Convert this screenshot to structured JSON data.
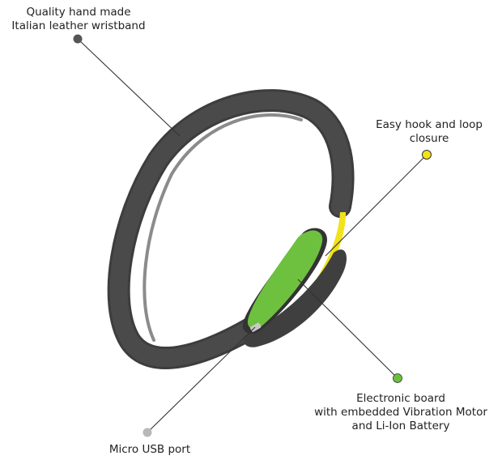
{
  "callouts": {
    "leather": {
      "lines": [
        "Quality hand made",
        "Italian leather wristband"
      ],
      "dot_color": "#555555"
    },
    "closure": {
      "lines": [
        "Easy hook and loop",
        "closure"
      ],
      "dot_color": "#f1e21c"
    },
    "board": {
      "lines": [
        "Electronic board",
        "with embedded Vibration Motor",
        "and Li-Ion Battery"
      ],
      "dot_color": "#6cc03b"
    },
    "usb": {
      "lines": [
        "Micro USB port"
      ],
      "dot_color": "#b8b8b8"
    }
  },
  "colors": {
    "band": "#4a4a4a",
    "band_highlight": "#5a5a5a",
    "board": "#6ec13f",
    "closure": "#f1e21c",
    "leader_line": "#333333"
  }
}
